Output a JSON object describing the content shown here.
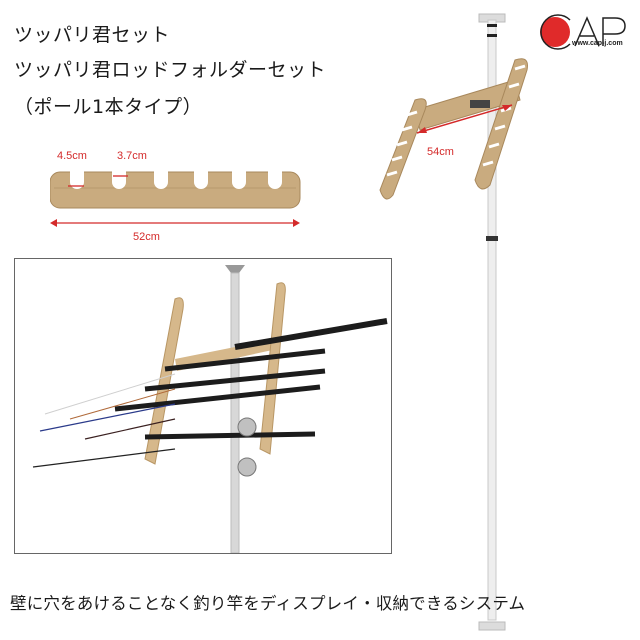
{
  "title": {
    "line1": "ツッパリ君セット",
    "line2": "ツッパリ君ロッドフォルダーセット",
    "line3": "（ポール1本タイプ）"
  },
  "logo": {
    "text": "CAP",
    "url_text": "www.cap-j.com",
    "accent_color": "#e02a2a"
  },
  "holder_dimensions": {
    "slot_width": "4.5cm",
    "slot_gap": "3.7cm",
    "total_length": "52cm",
    "mount_width": "54cm",
    "dimension_color": "#d42a2a"
  },
  "caption": "壁に穴をあけることなく釣り竿をディスプレイ・収納できるシステム",
  "colors": {
    "wood": "#c9ab7f",
    "wood_dark": "#a8885c",
    "pole": "#e6e6e6",
    "rod": "#1c1c1c"
  }
}
